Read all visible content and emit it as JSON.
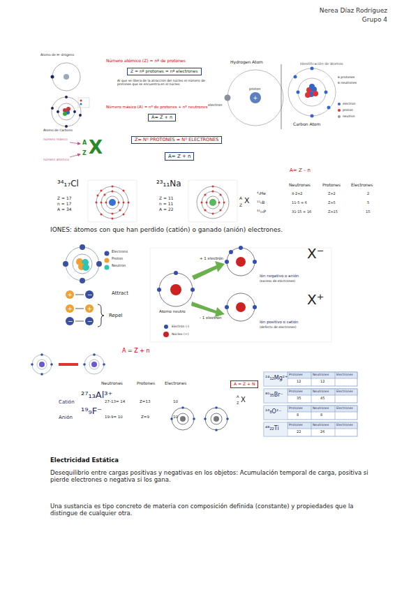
{
  "diagram": {
    "nodes": [
      {
        "text": [
          "Z = nº protones = nº electrones"
        ]
      },
      {
        "text": [
          "A= Z + n"
        ]
      },
      {
        "text": [
          "Z= Nº PROTONES = Nº ELECTRONES"
        ]
      },
      {
        "text": [
          "A= Z + n"
        ]
      },
      {
        "text": [
          "A = Z + N"
        ]
      }
    ],
    "labels": [
      "Nerea Díaz Rodríguez",
      "Grupo 4",
      "Átomo de H- drógeno",
      "Átomo de Carbono",
      "Número atómico (Z) = nº de protones",
      "Al que se libera de la atracción del núcleo el número de protones que se encuentra en el núcleo",
      "Número másico (A) = nº de protones + nº neutrones",
      "Hydrogen Atom",
      "electron",
      "proton",
      "Identificación de átomos",
      "6 protones",
      "6 neutrones",
      "electron",
      "proton",
      "neutron",
      "Carbon Atom",
      "número másico",
      "número atómico",
      "A",
      "Z",
      "X",
      "A= Z – n",
      "³⁴₁₇Cl",
      "Z = 17",
      "n = 17",
      "A = 34",
      "²³₁₁Na",
      "Z = 11",
      "n = 11",
      "A = 22",
      "A",
      "Z",
      "X",
      "Neutrones",
      "Protones",
      "Electrones",
      "⁴₂He",
      "4-2=2",
      "Z=2",
      "2",
      "¹¹₅B",
      "11-5 = 6",
      "Z=5",
      "5",
      "³¹₁₅P",
      "31-15 = 16",
      "Z=15",
      "15",
      "IONES: átomos con que han perdido (catión) o ganado (anión) electrones.",
      "Electrons",
      "Proton",
      "Neutron",
      "Attract",
      "Repel",
      "+ 1 electrón",
      "- 1 electrón",
      "Átomo neutro",
      "Ión negativo o anión",
      "(exceso de electrones)",
      "Ión positivo o catión",
      "(defecto de electrones)",
      "Electrón (-)",
      "Núcleo (+)",
      "X⁻",
      "X⁺",
      "A = Z + n",
      "Neutrones",
      "Protones",
      "Electrones",
      "Catión",
      "²⁷₁₃Al³⁺",
      "27-13= 14",
      "Z=13",
      "10",
      "Anión",
      "¹⁹₉F⁻",
      "19-9= 10",
      "Z=9",
      "10",
      "A",
      "Z",
      "X",
      "²⁴₁₂Mg²⁺",
      "Protones",
      "Neutrones",
      "Electrones",
      "12",
      "12",
      "⁸⁰₃₅Br⁻",
      "Protones",
      "Neutrones",
      "Electrones",
      "35",
      "45",
      "¹⁶₈O²⁻",
      "Protones",
      "Neutrones",
      "Electrones",
      "8",
      "8",
      "⁴⁸₂₂Ti",
      "Protones",
      "Neutrones",
      "Electrones",
      "22",
      "26",
      "Electricidad Estática",
      "Desequilibrio entre cargas positivas y negativas en los objetos: Acumulación temporal de carga, positiva si pierde electrones o negativa si los gana.",
      "Una sustancia es tipo concreto de materia con composición definida (constante) y propiedades que la distingue de cualquier otra."
    ]
  }
}
